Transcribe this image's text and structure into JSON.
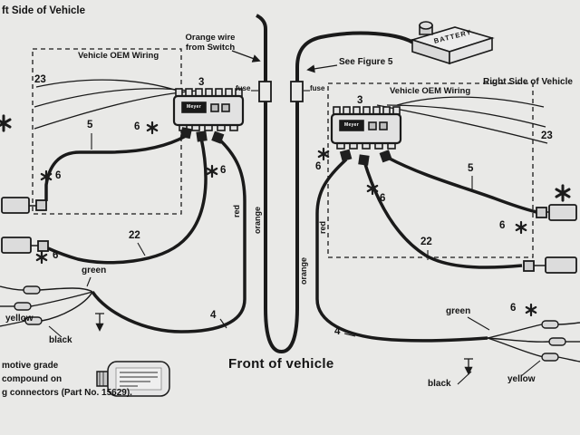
{
  "regions": {
    "left_side_label": "ft Side of Vehicle",
    "right_side_label": "Right Side of Vehicle",
    "oem_left_label": "Vehicle OEM Wiring",
    "oem_right_label": "Vehicle OEM Wiring",
    "front_label": "Front of vehicle"
  },
  "battery": {
    "label": "BATTERY"
  },
  "modules": {
    "brand": "Meyer",
    "left_num": "3",
    "right_num": "3"
  },
  "callouts": {
    "c23": "23",
    "c22": "22",
    "c6": "6",
    "c5": "5",
    "c4": "4"
  },
  "notes": {
    "orange_switch_1": "Orange wire",
    "orange_switch_2": "from Switch",
    "see_figure": "See Figure 5",
    "fuse": "fuse",
    "note_line1": "motive grade",
    "note_line2": "compound on",
    "note_line3": "g connectors (Part No. 15629)."
  },
  "wire_labels": {
    "red": "red",
    "orange": "orange",
    "green": "green",
    "yellow": "yellow",
    "black": "black"
  },
  "icons": {
    "star_marker": "star-burst"
  },
  "colors": {
    "ink": "#1a1a1a",
    "paper": "#e9e9e7"
  }
}
